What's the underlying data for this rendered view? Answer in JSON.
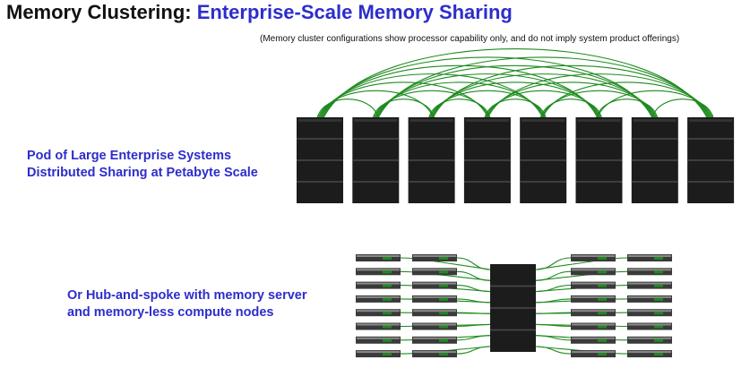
{
  "header": {
    "title_part1": "Memory Clustering:",
    "title_part2": "Enterprise-Scale Memory Sharing",
    "disclaimer": "(Memory cluster configurations show processor capability only, and do not imply system product offerings)"
  },
  "pod": {
    "line1": "Pod of Large Enterprise Systems",
    "line2": "Distributed Sharing at Petabyte Scale",
    "rack_count": 8
  },
  "hub": {
    "line1": "Or Hub-and-spoke with memory server",
    "line2": "and memory-less compute nodes",
    "nodes_per_column": 8,
    "node_columns": 4
  },
  "colors": {
    "title_blue": "#2d2dcc",
    "link_green": "#1e8a1e",
    "rack_black": "#1c1c1c"
  }
}
